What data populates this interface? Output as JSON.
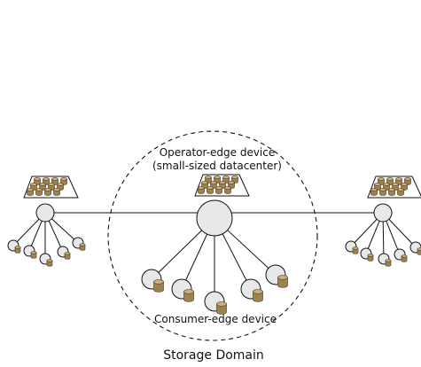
{
  "labels": {
    "operator_line1": "Operator-edge device",
    "operator_line2": "(small-sized datacenter)",
    "consumer": "Consumer-edge device",
    "domain": "Storage Domain"
  },
  "colors": {
    "line": "#111111",
    "node_fill": "#e8e8e8",
    "cylinder_body": "#9c8152",
    "cylinder_top": "#c9b080",
    "cylinder_edge": "#5e4a2a"
  },
  "icons": {
    "storage_rack": "storage-rack-icon",
    "storage_cylinder": "storage-cylinder-icon"
  }
}
